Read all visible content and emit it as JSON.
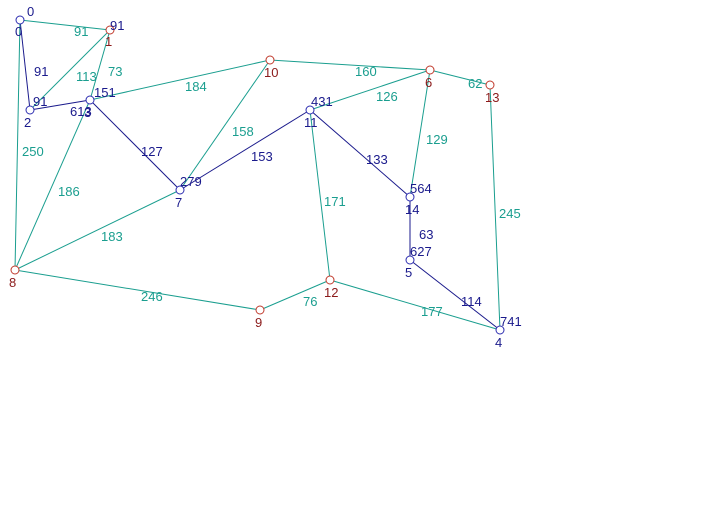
{
  "colors": {
    "background": "#ffffff",
    "edge_teal": "#1a9e8f",
    "edge_navy": "#1a1a8c",
    "node_stroke_blue": "#2b2bb0",
    "node_stroke_red": "#c0392b",
    "label_navy": "#1a1a8c",
    "label_red": "#8b1a1a"
  },
  "nodes": [
    {
      "id": "0",
      "label": "0",
      "dist": "0",
      "label_color": "navy",
      "stroke": "blue"
    },
    {
      "id": "1",
      "label": "1",
      "dist": "91",
      "label_color": "red",
      "stroke": "red"
    },
    {
      "id": "2",
      "label": "2",
      "dist": "91",
      "label_color": "navy",
      "stroke": "blue"
    },
    {
      "id": "3",
      "label": "3",
      "dist": "151",
      "label_color": "navy",
      "stroke": "blue"
    },
    {
      "id": "4",
      "label": "4",
      "dist": "741",
      "label_color": "navy",
      "stroke": "blue"
    },
    {
      "id": "5",
      "label": "5",
      "dist": "627",
      "label_color": "navy",
      "stroke": "blue"
    },
    {
      "id": "6",
      "label": "6",
      "dist": "",
      "label_color": "red",
      "stroke": "red"
    },
    {
      "id": "7",
      "label": "7",
      "dist": "279",
      "label_color": "navy",
      "stroke": "blue"
    },
    {
      "id": "8",
      "label": "8",
      "dist": "",
      "label_color": "red",
      "stroke": "red"
    },
    {
      "id": "9",
      "label": "9",
      "dist": "",
      "label_color": "red",
      "stroke": "red"
    },
    {
      "id": "10",
      "label": "10",
      "dist": "",
      "label_color": "red",
      "stroke": "red"
    },
    {
      "id": "11",
      "label": "11",
      "dist": "431",
      "label_color": "navy",
      "stroke": "blue"
    },
    {
      "id": "12",
      "label": "12",
      "dist": "",
      "label_color": "red",
      "stroke": "red"
    },
    {
      "id": "13",
      "label": "13",
      "dist": "",
      "label_color": "red",
      "stroke": "red"
    },
    {
      "id": "14",
      "label": "14",
      "dist": "564",
      "label_color": "navy",
      "stroke": "blue"
    }
  ],
  "edges": [
    {
      "from": "0",
      "to": "1",
      "weight": "91",
      "kind": "teal"
    },
    {
      "from": "0",
      "to": "2",
      "weight": "91",
      "kind": "navy"
    },
    {
      "from": "0",
      "to": "8",
      "weight": "250",
      "kind": "teal"
    },
    {
      "from": "1",
      "to": "2",
      "weight": "113",
      "kind": "teal"
    },
    {
      "from": "1",
      "to": "3",
      "weight": "73",
      "kind": "teal"
    },
    {
      "from": "2",
      "to": "3",
      "weight": "613",
      "kind": "navy"
    },
    {
      "from": "3",
      "to": "10",
      "weight": "184",
      "kind": "teal"
    },
    {
      "from": "3",
      "to": "7",
      "weight": "127",
      "kind": "navy"
    },
    {
      "from": "3",
      "to": "8",
      "weight": "186",
      "kind": "teal"
    },
    {
      "from": "10",
      "to": "6",
      "weight": "160",
      "kind": "teal"
    },
    {
      "from": "10",
      "to": "7",
      "weight": "158",
      "kind": "teal"
    },
    {
      "from": "6",
      "to": "13",
      "weight": "62",
      "kind": "teal"
    },
    {
      "from": "6",
      "to": "11",
      "weight": "126",
      "kind": "teal"
    },
    {
      "from": "6",
      "to": "14",
      "weight": "129",
      "kind": "teal"
    },
    {
      "from": "11",
      "to": "7",
      "weight": "153",
      "kind": "navy"
    },
    {
      "from": "11",
      "to": "14",
      "weight": "133",
      "kind": "navy"
    },
    {
      "from": "11",
      "to": "12",
      "weight": "171",
      "kind": "teal"
    },
    {
      "from": "7",
      "to": "8",
      "weight": "183",
      "kind": "teal"
    },
    {
      "from": "14",
      "to": "5",
      "weight": "63",
      "kind": "navy"
    },
    {
      "from": "5",
      "to": "4",
      "weight": "114",
      "kind": "navy"
    },
    {
      "from": "13",
      "to": "4",
      "weight": "245",
      "kind": "teal"
    },
    {
      "from": "8",
      "to": "9",
      "weight": "246",
      "kind": "teal"
    },
    {
      "from": "9",
      "to": "12",
      "weight": "76",
      "kind": "teal"
    },
    {
      "from": "12",
      "to": "4",
      "weight": "177",
      "kind": "teal"
    }
  ]
}
